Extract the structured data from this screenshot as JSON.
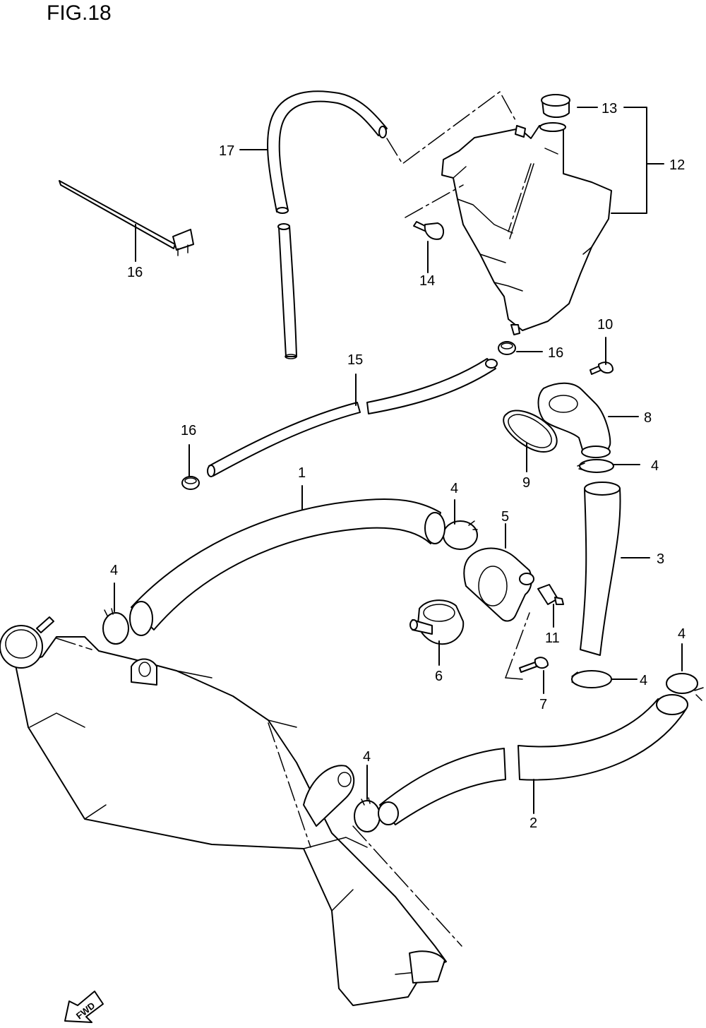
{
  "figure": {
    "title": "FIG.18",
    "fwd_label": "FWD"
  },
  "callouts": {
    "c1": "1",
    "c2": "2",
    "c3": "3",
    "c4a": "4",
    "c4b": "4",
    "c4c": "4",
    "c4d": "4",
    "c4e": "4",
    "c4f": "4",
    "c5": "5",
    "c6": "6",
    "c7": "7",
    "c8": "8",
    "c9": "9",
    "c10": "10",
    "c11": "11",
    "c12": "12",
    "c13": "13",
    "c14": "14",
    "c15": "15",
    "c16a": "16",
    "c16b": "16",
    "c16c": "16",
    "c17": "17"
  }
}
